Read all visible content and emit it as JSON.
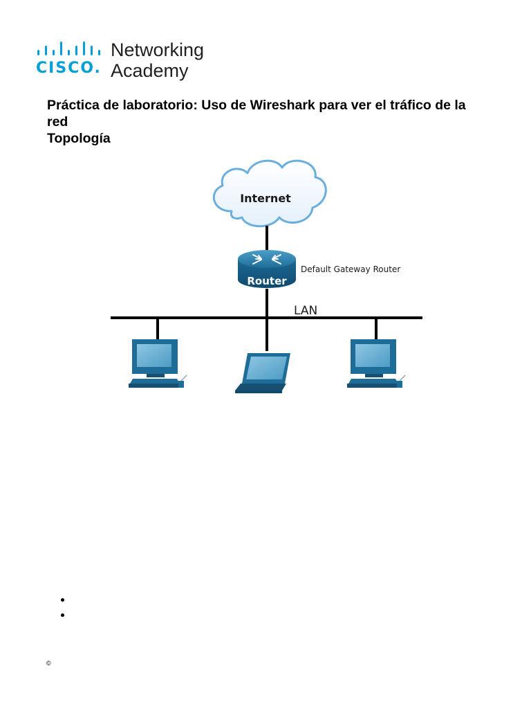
{
  "header": {
    "brand_wordmark": "CISCO.",
    "product_line1": "Networking",
    "product_line2": "Academy",
    "brand_color": "#049fd9"
  },
  "document": {
    "title": "Práctica de laboratorio: Uso de Wireshark para ver el tráfico de la red",
    "section_heading": "Topología"
  },
  "topology": {
    "cloud_label": "Internet",
    "router_label": "Router",
    "router_caption": "Default Gateway Router",
    "lan_label": "LAN",
    "devices": [
      "desktop-pc",
      "laptop",
      "desktop-pc"
    ],
    "device_color": "#1e7fa8",
    "cloud_stroke": "#6aaede"
  },
  "bullets": [
    "",
    ""
  ],
  "footer": {
    "copyright": "©"
  }
}
